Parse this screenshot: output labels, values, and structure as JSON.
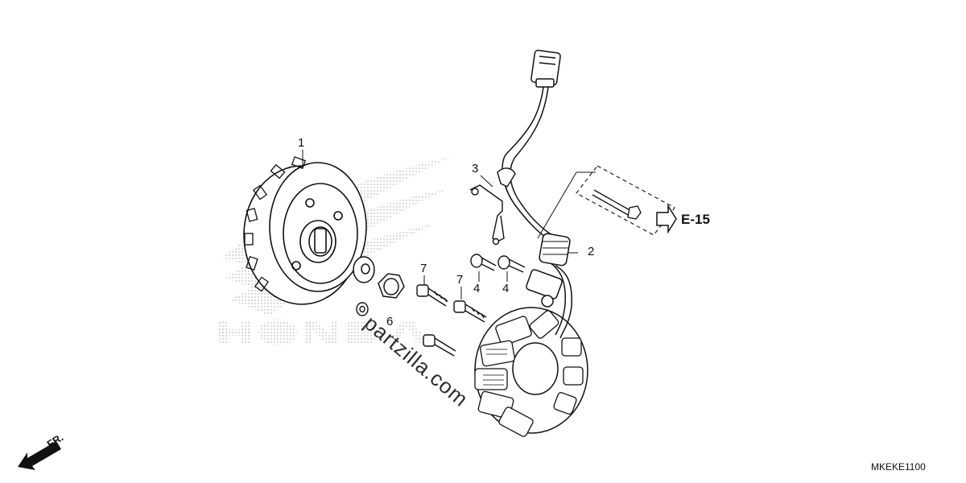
{
  "callouts": {
    "c1": "1",
    "c2": "2",
    "c3": "3",
    "c4a": "4",
    "c4b": "4",
    "c6": "6",
    "c7a": "7",
    "c7b": "7"
  },
  "reference": {
    "label": "E-15"
  },
  "direction": {
    "label": "FR."
  },
  "diagram_code": "MKEKE1100",
  "watermark": {
    "brand": "HONDA",
    "site": "partzilla.com"
  }
}
